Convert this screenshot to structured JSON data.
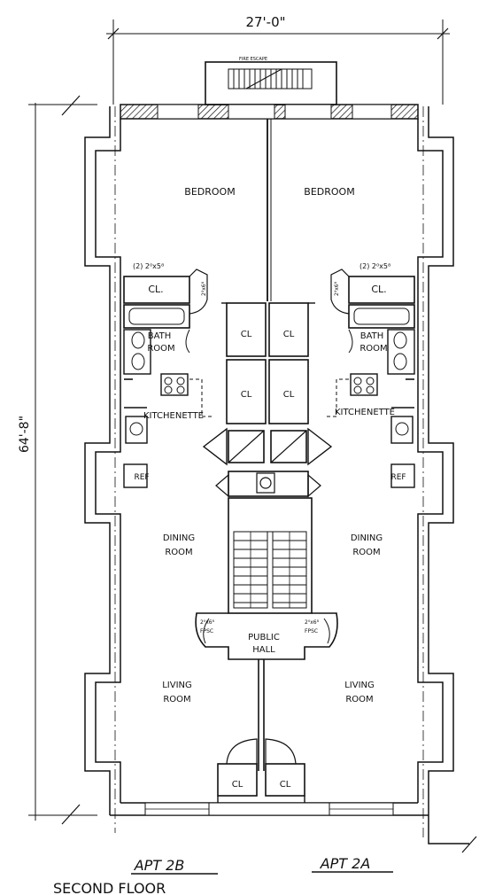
{
  "dimensions": {
    "width": "27'-0\"",
    "depth": "64'-8\""
  },
  "fire_escape": "FIRE ESCAPE",
  "rooms": {
    "bedroom": "BEDROOM",
    "closet": "CL.",
    "closet_small": "CL",
    "bath_line1": "BATH",
    "bath_line2": "ROOM",
    "kitchenette": "KITCHENETTE",
    "ref": "REF",
    "dining_line1": "DINING",
    "dining_line2": "ROOM",
    "living_line1": "LIVING",
    "living_line2": "ROOM",
    "public_line1": "PUBLIC",
    "public_line2": "HALL",
    "window_note": "(2) 2⁰x5⁸",
    "door_note": "2⁰x6⁸",
    "door_tag": "FPSC"
  },
  "apartments": {
    "left": "APT 2B",
    "right": "APT 2A"
  },
  "floor_label": "SECOND FLOOR"
}
